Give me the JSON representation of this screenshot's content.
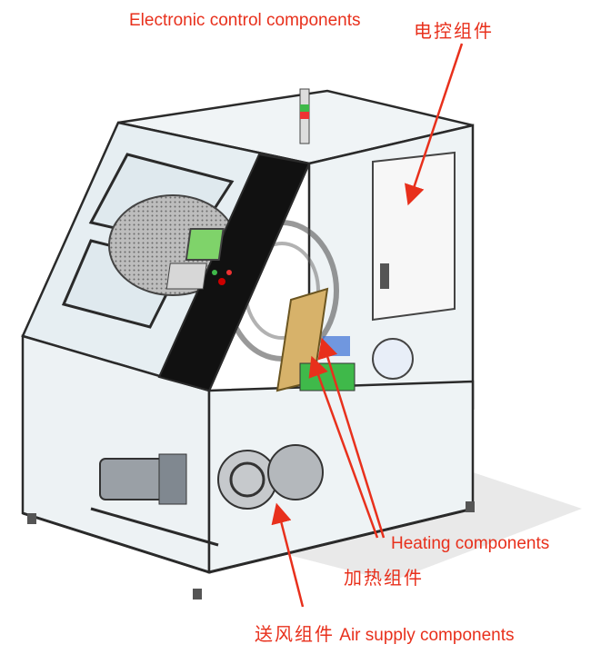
{
  "labels": {
    "electronic_en": "Electronic control components",
    "electronic_cn": "电控组件",
    "heating_en": "Heating components",
    "heating_cn": "加热组件",
    "air_cn": "送风组件",
    "air_en": "Air supply components"
  },
  "colors": {
    "annotation": "#e8301c",
    "frame": "#2a2a2a",
    "glass": "#cfe7ef",
    "panel": "#111111",
    "screen": "#7fd36a",
    "accent_green": "#3fb94a",
    "accent_blue": "#3b6fd6",
    "wood": "#d7b26a"
  }
}
